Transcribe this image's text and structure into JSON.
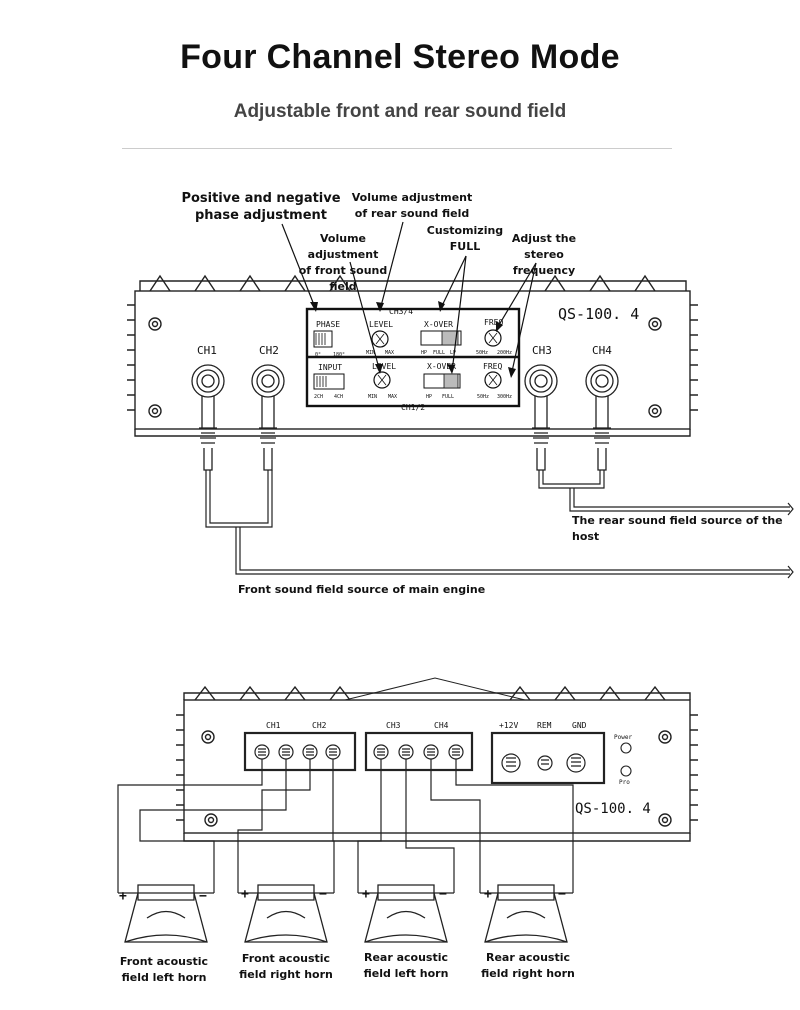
{
  "header": {
    "title": "Four Channel Stereo Mode",
    "subtitle": "Adjustable front and rear sound field"
  },
  "top_diagram": {
    "model": "QS-100. 4",
    "channels": [
      "CH1",
      "CH2",
      "CH3",
      "CH4"
    ],
    "panel_ch34": "CH3/4",
    "panel_ch12": "CH1/2",
    "phase": {
      "label": "PHASE",
      "min": "0°",
      "max": "180°"
    },
    "level_top": {
      "label": "LEVEL",
      "min": "MIN",
      "max": "MAX"
    },
    "xover_top": {
      "label": "X-OVER",
      "opt1": "HP",
      "opt2": "FULL",
      "opt3": "LP"
    },
    "freq_top": {
      "label": "FREQ",
      "min": "50Hz",
      "max": "200Hz"
    },
    "input": {
      "label": "INPUT",
      "opt1": "2CH",
      "opt2": "4CH"
    },
    "level_bottom": {
      "label": "LEVEL",
      "min": "MIN",
      "max": "MAX"
    },
    "xover_bottom": {
      "label": "X-OVER",
      "opt1": "HP",
      "opt2": "FULL"
    },
    "freq_bottom": {
      "label": "FREQ",
      "min": "50Hz",
      "max": "300Hz"
    },
    "callouts": {
      "phase": "Positive and negative\nphase adjustment",
      "rear_volume": "Volume adjustment\nof rear sound field",
      "front_volume": "Volume adjustment\nof front sound field",
      "customizing": "Customizing\nFULL",
      "stereo_freq": "Adjust the\nstereo frequency",
      "rear_source": "The rear sound field source of the host",
      "front_source": "Front sound field source of main engine"
    }
  },
  "bottom_diagram": {
    "model": "QS-100. 4",
    "terminals": [
      "CH1",
      "CH2",
      "CH3",
      "CH4"
    ],
    "power_terminals": [
      "+12V",
      "REM",
      "GND"
    ],
    "leds": [
      "Power",
      "Pro"
    ],
    "plus": "+",
    "minus": "−",
    "speakers": [
      "Front acoustic\nfield left horn",
      "Front acoustic\nfield right horn",
      "Rear acoustic\nfield left horn",
      "Rear acoustic\nfield right horn"
    ]
  }
}
